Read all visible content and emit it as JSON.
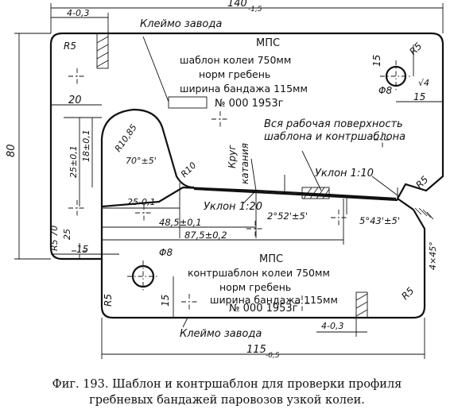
{
  "template_plate": {
    "title": "МПС",
    "line1": "шаблон колеи 750мм",
    "line2": "норм гребень",
    "line3": "ширина бандажа 115мм",
    "serial": "№ 000 1953г",
    "factory_stamp": "Клеймо завода"
  },
  "counter_plate": {
    "title": "МПС",
    "line1": "контршаблон колеи 750мм",
    "line2": "норм гребень",
    "line3": "ширина бандажа 115мм",
    "serial": "№ 000 1953г",
    "factory_stamp": "Клеймо завода"
  },
  "annotations": {
    "working_surface_1": "Вся рабочая поверхность",
    "working_surface_2": "шаблона и контршаблона",
    "slope_1_10": "Уклон 1:10",
    "slope_1_20": "Уклон 1:20",
    "rolling_circle_1": "Круг",
    "rolling_circle_2": "катания"
  },
  "dimensions": {
    "d140": "140",
    "d140_tol": "-1,5",
    "d4_top": "4-0,3",
    "d4_bot": "4-0,3",
    "r5": "R5",
    "d20": "20",
    "d15": "15",
    "phi8": "Φ8",
    "d80": "80",
    "d25": "25±0,1",
    "d18": "18±0,1",
    "r10_85": "R10,85",
    "angle70": "70°±5'",
    "r10": "R10",
    "d25_b": "25-0,1",
    "d48": "48,5±0,1",
    "d87": "87,5±0,2",
    "angle2": "2°52'±5'",
    "angle5": "5°43'±5'",
    "chamfer": "4×45°",
    "d115": "115",
    "d115_tol": "-0,5",
    "d70": "70",
    "r5_70": "R5 70",
    "d25_left": "25",
    "rough": "√4"
  },
  "caption": {
    "line1": "Фиг. 193. Шаблон и контршаблон для проверки профиля",
    "line2": "гребневых бандажей паровозов узкой колеи."
  }
}
